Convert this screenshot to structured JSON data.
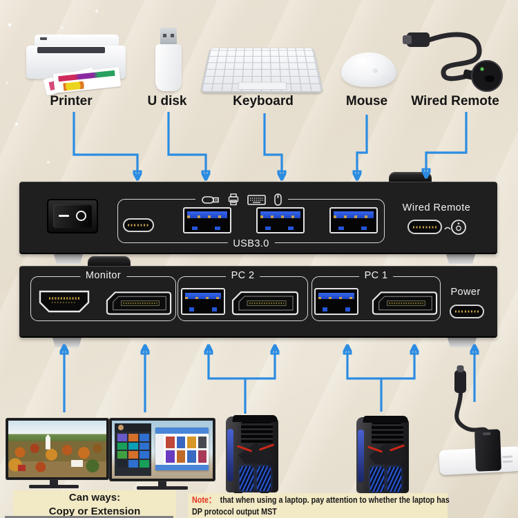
{
  "title": "KVM switch connection diagram",
  "top_devices": [
    {
      "id": "printer",
      "label": "Printer"
    },
    {
      "id": "u-disk",
      "label": "U disk"
    },
    {
      "id": "keyboard",
      "label": "Keyboard"
    },
    {
      "id": "mouse",
      "label": "Mouse"
    },
    {
      "id": "wired-remote",
      "label": "Wired Remote"
    }
  ],
  "front_panel": {
    "usb_group_label": "USB3.0",
    "wired_remote_label": "Wired Remote",
    "icons": [
      "usb-drive-icon",
      "printer-icon",
      "keyboard-icon",
      "mouse-icon"
    ],
    "ports": [
      "usb-c",
      "usb3-a",
      "usb3-a",
      "usb3-a",
      "wired-remote-usb-c"
    ],
    "power_switch": {
      "type": "rocker",
      "off_symbol": "—",
      "on_symbol": "○"
    }
  },
  "back_panel": {
    "sections": [
      {
        "label": "Monitor",
        "ports": [
          "hdmi",
          "displayport"
        ]
      },
      {
        "label": "PC 2",
        "ports": [
          "usb3-a",
          "displayport"
        ]
      },
      {
        "label": "PC 1",
        "ports": [
          "usb3-a",
          "displayport"
        ]
      }
    ],
    "power_label": "Power",
    "power_port": "usb-c"
  },
  "captions": {
    "modes_line1": "Can ways:",
    "modes_line2": "Copy or Extension",
    "note_label": "Note：",
    "note_line1": "that when using a laptop. pay attention to whether the laptop has",
    "note_line2": "DP protocol output MST"
  },
  "colors": {
    "background": "#eae3d4",
    "arrow_blue": "#2b8ce2",
    "device_black": "#1f1f1f",
    "usb3_blue": "#2456d8",
    "note_red": "#e43420",
    "caption_bg": "#f2e9c5",
    "label_text": "#141414",
    "panel_text": "#f2f2f2"
  }
}
